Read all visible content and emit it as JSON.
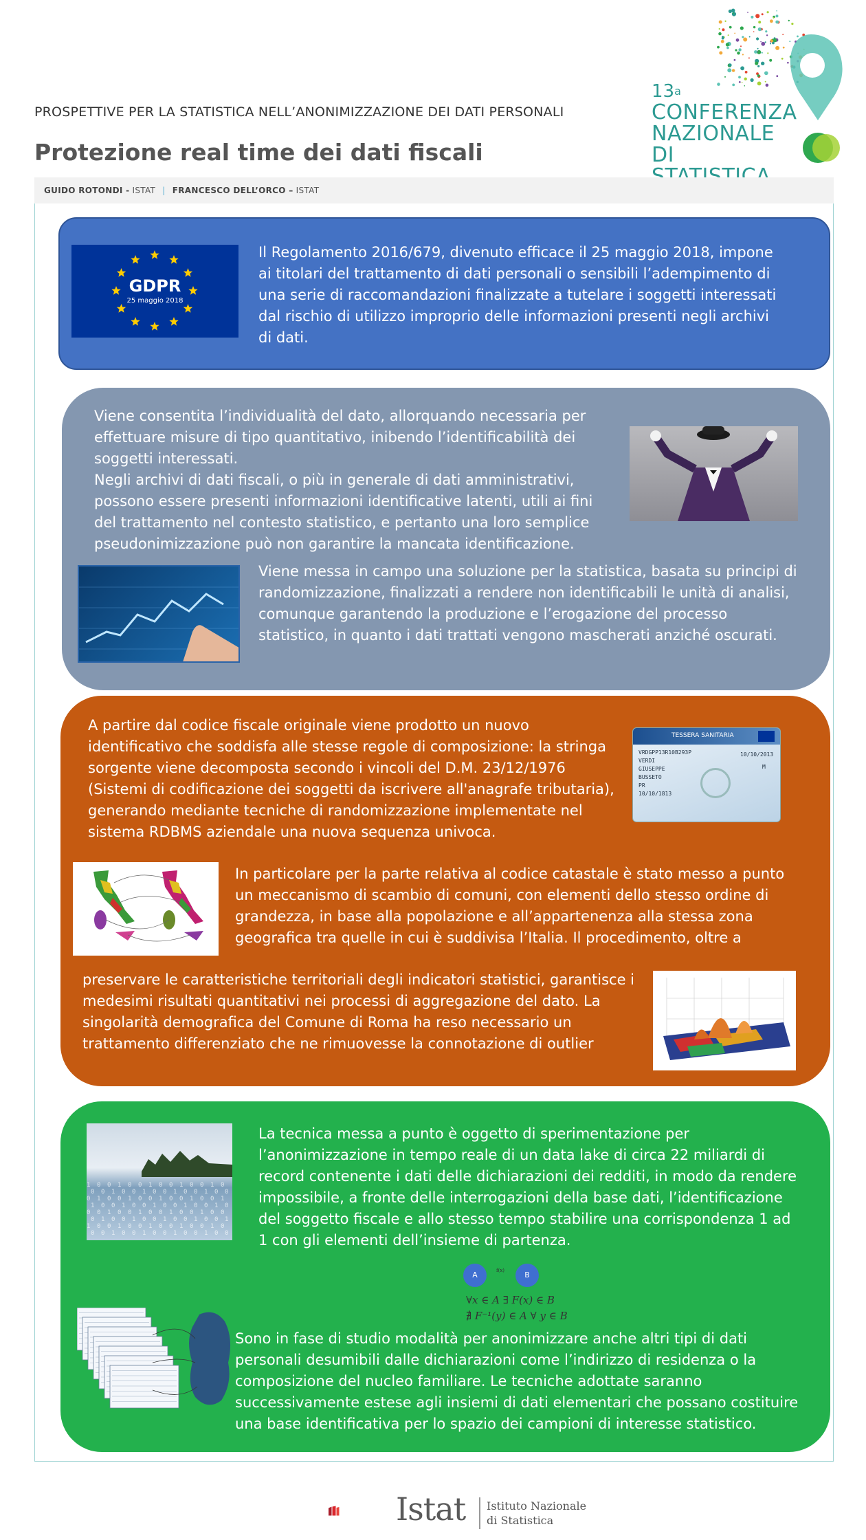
{
  "header": {
    "supertitle": "PROSPETTIVE PER LA STATISTICA NELL’ANONIMIZZAZIONE DEI DATI PERSONALI",
    "title": "Protezione real time dei dati fiscali"
  },
  "conference": {
    "number": "13",
    "ordinal": "a",
    "line1": "CONFERENZA",
    "line2": "NAZIONALE",
    "line3": "DI STATISTICA"
  },
  "authors": {
    "author1_name": "GUIDO ROTONDI -",
    "author1_org": "ISTAT",
    "separator": "|",
    "author2_name": "FRANCESCO DELL’ORCO –",
    "author2_org": "ISTAT"
  },
  "gdpr_badge": {
    "label": "GDPR",
    "date": "25 maggio 2018"
  },
  "sections": {
    "gdpr_text": "Il Regolamento 2016/679, divenuto efficace il 25 maggio 2018, impone ai titolari del trattamento di dati personali o sensibili l’adempimento di una serie di raccomandazioni finalizzate a tutelare i soggetti interessati dal rischio di utilizzo improprio delle informazioni presenti negli archivi di dati.",
    "individuality_text": "Viene consentita l’individualità del dato, allorquando necessaria per effettuare misure di tipo quantitativo, inibendo l’identificabilità dei soggetti interessati.",
    "archives_text": "Negli archivi di dati fiscali, o più in generale di dati amministrativi, possono essere presenti informazioni identificative latenti, utili ai fini del trattamento nel contesto statistico, e pertanto una loro semplice pseudonimizzazione può non garantire la mancata identificazione.",
    "solution_text": "Viene messa in campo una soluzione per la statistica, basata su principi di randomizzazione, finalizzati a rendere non identificabili le unità di analisi, comunque garantendo la produzione e l’erogazione del processo statistico, in quanto i dati trattati vengono mascherati anziché oscurati.",
    "fiscal_code_text": "A partire dal codice fiscale originale viene prodotto un nuovo identificativo che soddisfa alle stesse regole di composizione: la stringa sorgente viene decomposta secondo i vincoli del D.M. 23/12/1976 (Sistemi di codificazione dei soggetti da iscrivere all'anagrafe tributaria), generando mediante tecniche di randomizzazione implementate nel sistema RDBMS aziendale una nuova sequenza univoca.",
    "cadastral_text": "In particolare per la parte relativa al codice catastale è stato messo a punto un meccanismo di scambio di comuni, con elementi dello stesso ordine di grandezza, in base alla popolazione e all’appartenenza alla stessa zona geografica tra quelle in cui è suddivisa l’Italia. Il procedimento, oltre a",
    "preserve_text": "preservare le caratteristiche territoriali degli indicatori statistici, garantisce i medesimi risultati quantitativi nei processi di aggregazione del dato. La singolarità demografica del Comune di Roma ha reso necessario un trattamento differenziato che ne rimuovesse la connotazione di outlier",
    "technique_text": "La tecnica messa a punto è oggetto di sperimentazione per l’anonimizzazione in tempo reale di un data lake di circa 22 miliardi di record contenente i dati delle dichiarazioni dei redditi, in modo da rendere impossibile, a fronte delle interrogazioni della base dati, l’identificazione del soggetto fiscale e allo stesso tempo stabilire una corrispondenza 1 ad 1 con gli elementi dell’insieme di partenza.",
    "study_text": "Sono in fase di studio modalità per anonimizzare anche altri tipi di dati personali desumibili dalle dichiarazioni come l’indirizzo di residenza o la composizione del nucleo familiare. Le tecniche adottate saranno successivamente estese agli insiemi di dati elementari che possano costituire una base identificativa per lo spazio dei campioni di interesse statistico."
  },
  "health_card": {
    "title": "TESSERA SANITARIA",
    "code": "VRDGPP13R10B293P",
    "surname": "VERDI",
    "name": "GIUSEPPE",
    "place": "BUSSETO",
    "province": "PR",
    "birth_date": "10/10/1813",
    "expiry": "10/10/2013",
    "sex": "M"
  },
  "math": {
    "set_a": "A",
    "set_b": "B",
    "arrow_label": "f(x)",
    "line1": "∀x ∈ A ∃ F(x) ∈ B",
    "line2": "∄ F⁻¹(y) ∈ A ∀ y ∈ B"
  },
  "footer": {
    "brand": "Istat",
    "sub1": "Istituto Nazionale",
    "sub2": "di Statistica"
  },
  "colors": {
    "blue_box": "#4472c4",
    "grey_box": "#8497b0",
    "orange_box": "#c55a11",
    "green_box": "#23b14d",
    "conference_teal": "#2c9a92",
    "istat_red": "#d9252b"
  },
  "icons": {
    "conference_logo": "location-pin-dots-icon",
    "istat_logo": "istat-squares-icon"
  }
}
